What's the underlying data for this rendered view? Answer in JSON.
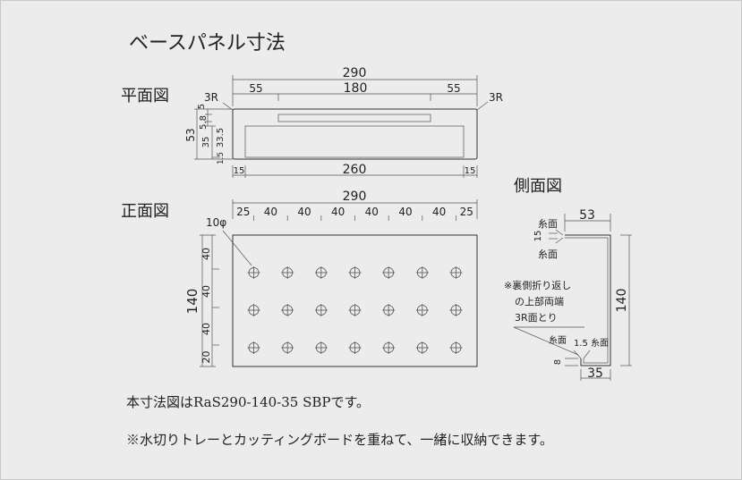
{
  "title": "ベースパネル寸法",
  "plan_view": {
    "label": "平面図",
    "overall_width": "290",
    "left_margin": "55",
    "slot_width": "180",
    "right_margin": "55",
    "corner_left": "3R",
    "corner_right": "3R",
    "height_total": "53",
    "dim_5": "5",
    "dim_5_8": "5.8",
    "dim_35": "35",
    "dim_33_5": "33.5",
    "dim_1_5": "1.5",
    "inner_width": "260",
    "inner_left": "15",
    "inner_right": "15"
  },
  "front_view": {
    "label": "正面図",
    "overall_width": "290",
    "spacing": [
      "25",
      "40",
      "40",
      "40",
      "40",
      "40",
      "40",
      "25"
    ],
    "hole_diameter": "10φ",
    "height_total": "140",
    "vertical_spacing": [
      "40",
      "40",
      "40",
      "20"
    ],
    "hole_rows": 3,
    "hole_cols": 7
  },
  "side_view": {
    "label": "側面図",
    "top_width": "53",
    "height": "140",
    "bottom_width": "35",
    "chamfer_top_upper": "糸面",
    "chamfer_top_lower": "糸面",
    "dim_15": "15",
    "note_lines": [
      "※裏側折り返し",
      "の上部両端",
      "3R面とり"
    ],
    "chamfer_bottom_left": "糸面",
    "chamfer_bottom_right": "1.5 糸面",
    "dim_8": "8"
  },
  "footer": {
    "line1": "本寸法図はRaS290-140-35 SBPです。",
    "line2": "※水切りトレーとカッティングボードを重ねて、一緒に収納できます。"
  }
}
